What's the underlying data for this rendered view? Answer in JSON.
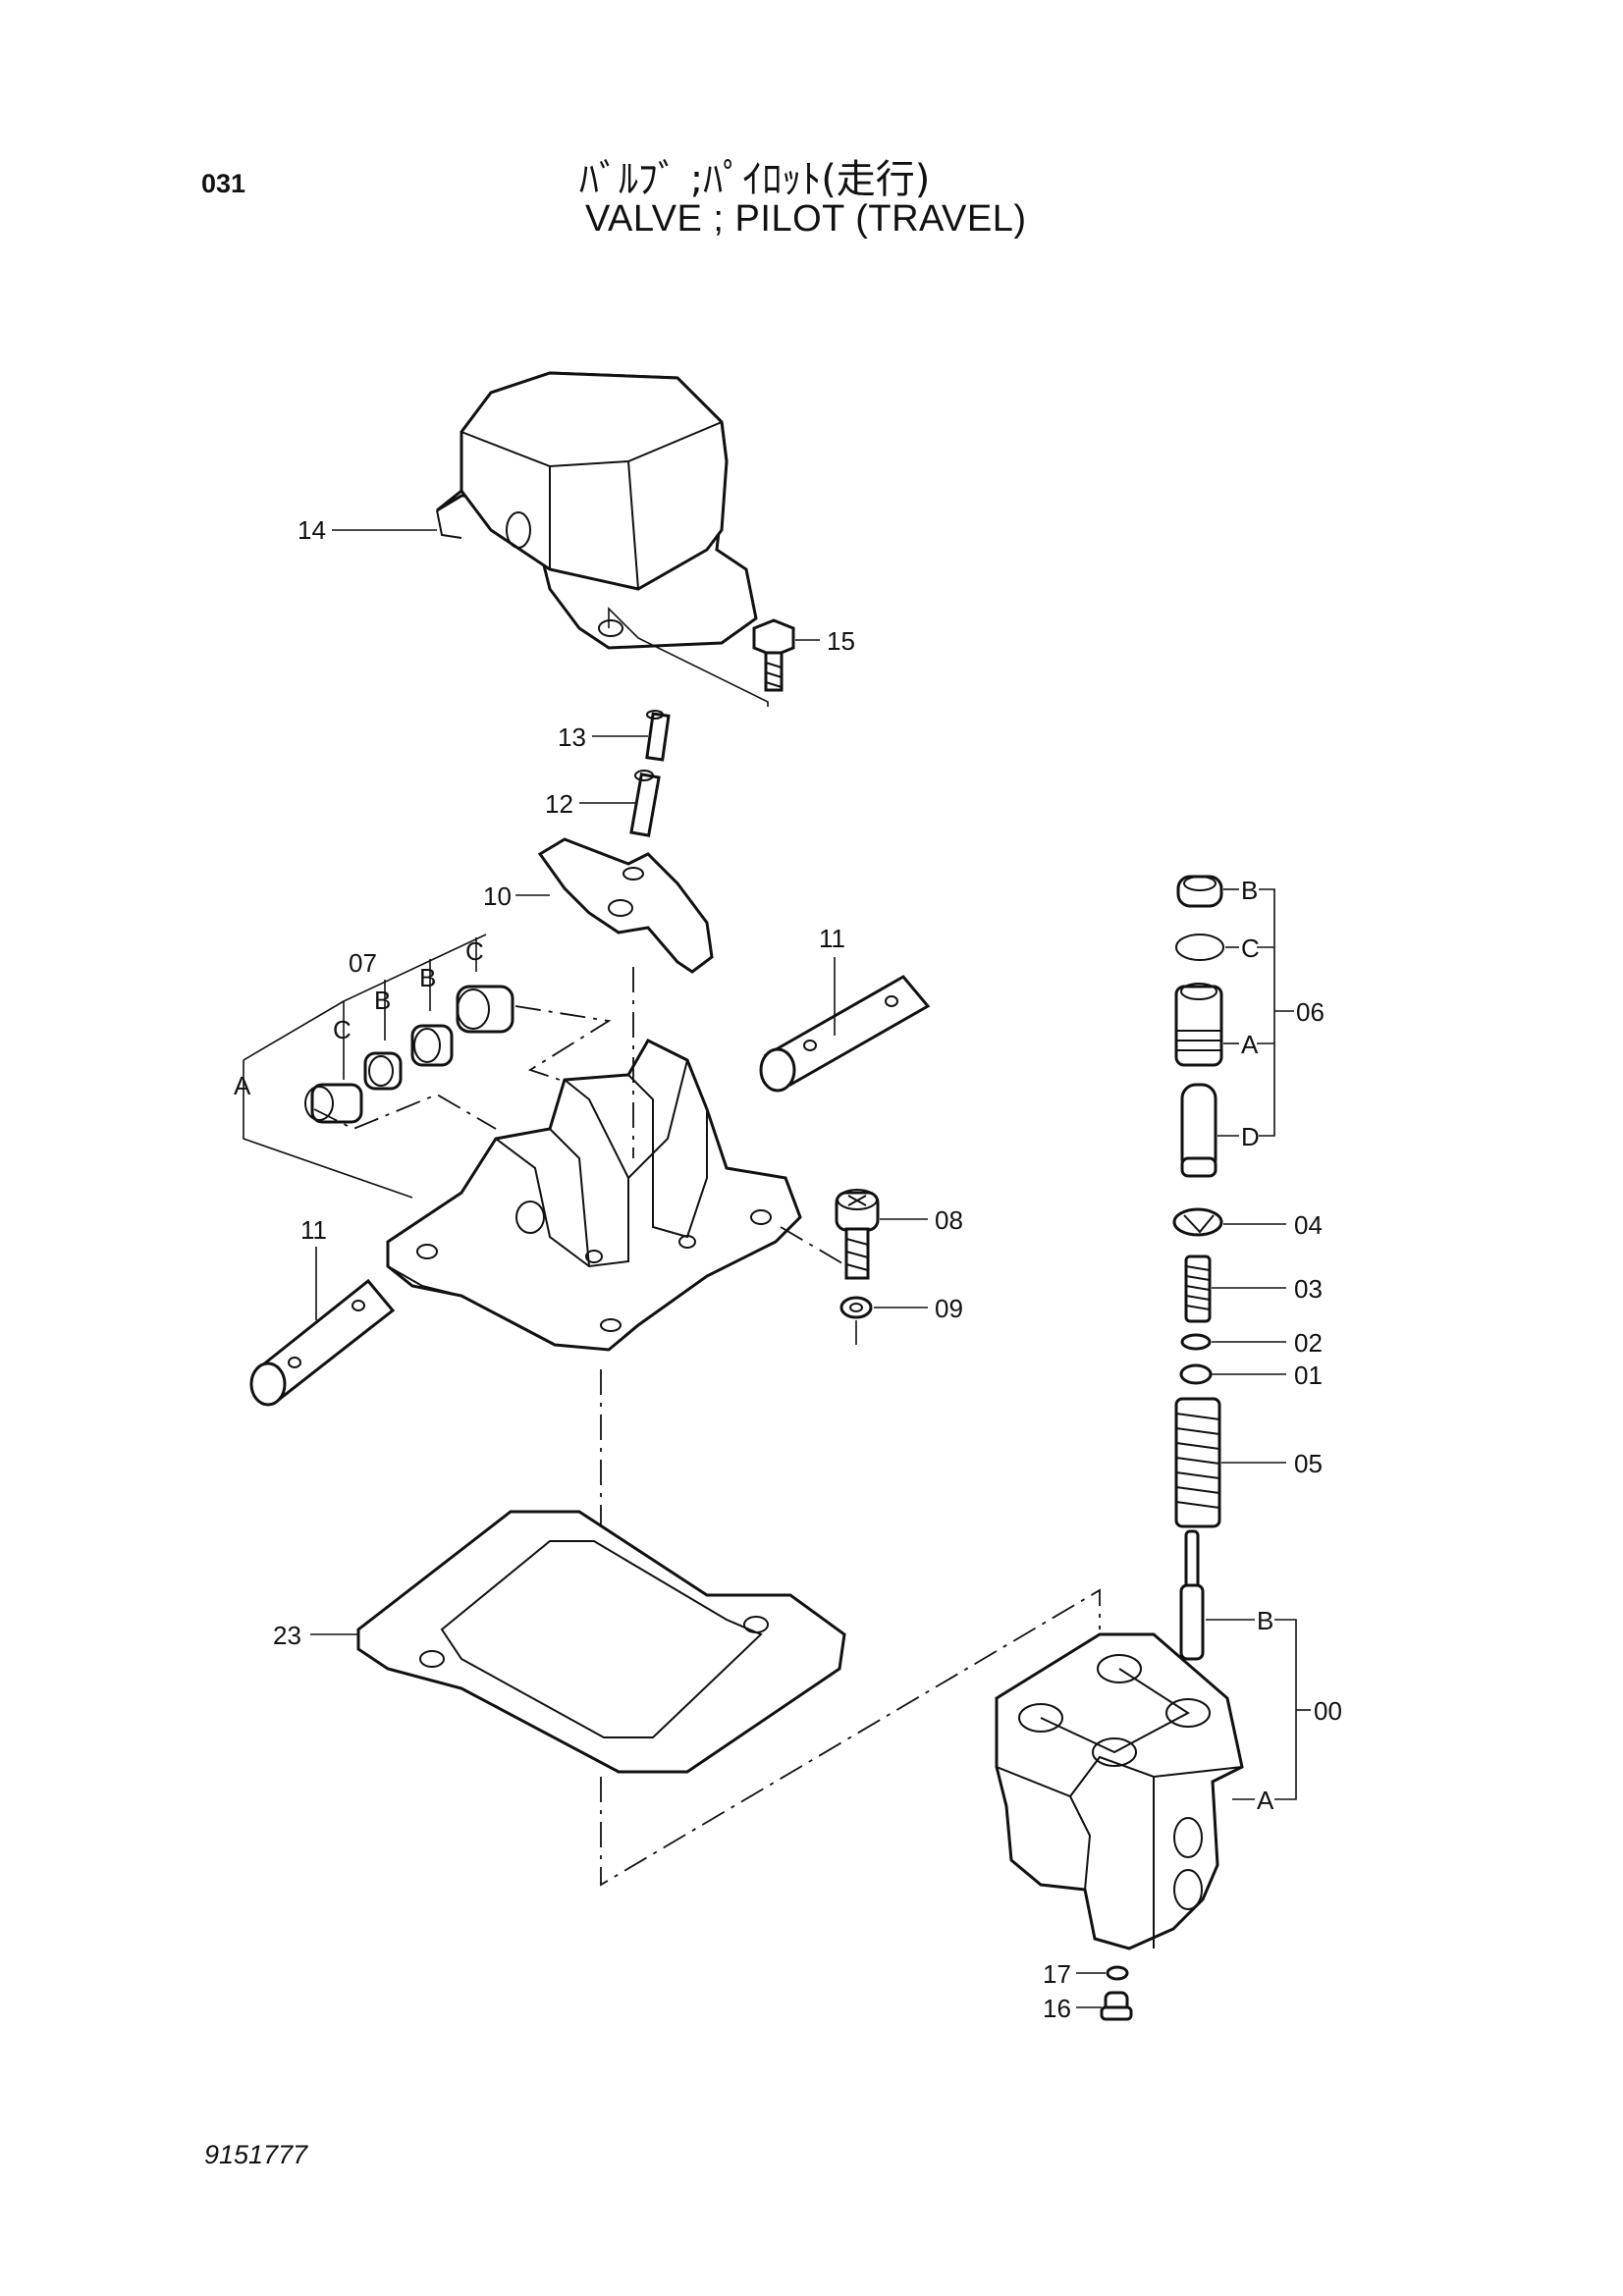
{
  "header": {
    "page_number": "031",
    "title_jp": "ﾊﾞﾙﾌﾞ ;ﾊﾟｲﾛｯﾄ(走行)",
    "title_en": "VALVE ; PILOT (TRAVEL)"
  },
  "footer": {
    "doc_number": "9151777"
  },
  "callouts": {
    "p14": "14",
    "p15": "15",
    "p13": "13",
    "p12": "12",
    "p10": "10",
    "p07": "07",
    "p11a": "11",
    "p11b": "11",
    "p08": "08",
    "p09": "09",
    "p23": "23",
    "p06": "06",
    "p04": "04",
    "p03": "03",
    "p02": "02",
    "p01": "01",
    "p05": "05",
    "p00": "00",
    "p17": "17",
    "p16": "16"
  },
  "sub_labels": {
    "A": "A",
    "B": "B",
    "C": "C",
    "D": "D"
  }
}
